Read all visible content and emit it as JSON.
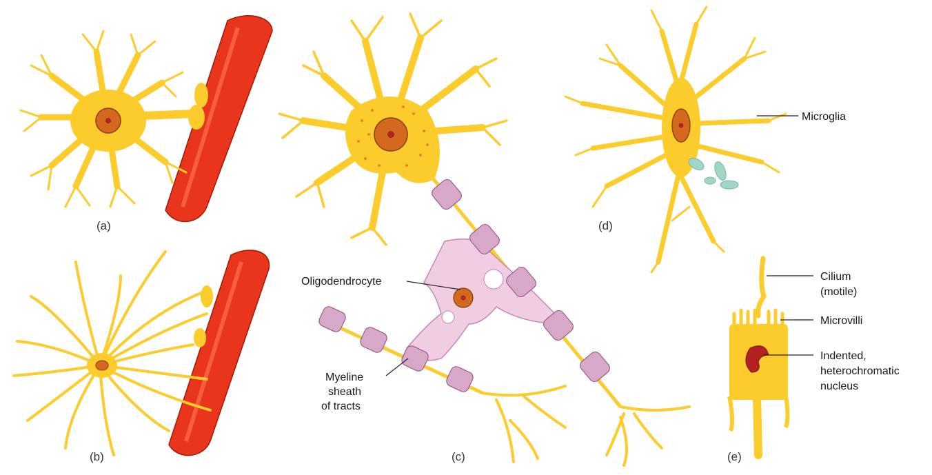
{
  "colors": {
    "cell_fill": "#fccc2c",
    "cell_stroke": "#d99a00",
    "nucleus": "#d2691e",
    "nucleolus": "#b22222",
    "vessel": "#e8351c",
    "myelin": "#d8a8c8",
    "oligodendrocyte": "#f1cde3",
    "debris": "#9fd6c8"
  },
  "panels": {
    "a": "(a)",
    "b": "(b)",
    "c": "(c)",
    "d": "(d)",
    "e": "(e)"
  },
  "labels": {
    "microglia": "Microglia",
    "oligodendrocyte": "Oligodendrocyte",
    "myeline_1": "Myeline",
    "myeline_2": "sheath",
    "myeline_3": "of tracts",
    "cilium_1": "Cilium",
    "cilium_2": "(motile)",
    "microvilli": "Microvilli",
    "nucleus_1": "Indented,",
    "nucleus_2": "heterochromatic",
    "nucleus_3": "nucleus"
  }
}
